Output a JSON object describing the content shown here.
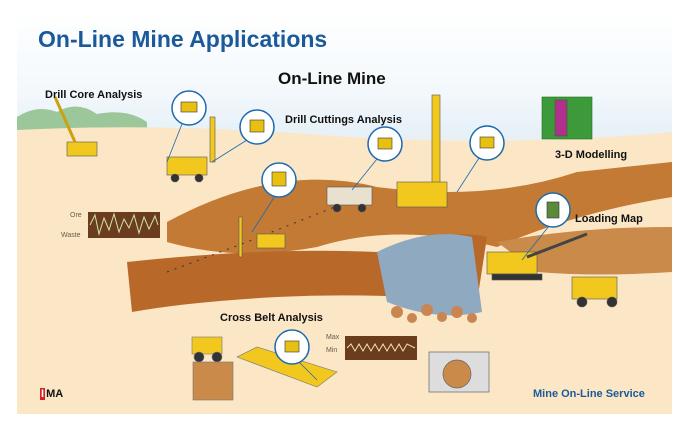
{
  "title": "On-Line Mine Applications",
  "subtitle": "On-Line Mine",
  "labels": {
    "drill_core": "Drill Core Analysis",
    "drill_cuttings": "Drill Cuttings Analysis",
    "modelling": "3-D Modelling",
    "loading_map": "Loading Map",
    "cross_belt": "Cross Belt Analysis"
  },
  "ore_chart": {
    "ore": "Ore",
    "waste": "Waste"
  },
  "belt_chart": {
    "max": "Max",
    "min": "Min"
  },
  "logo": {
    "mark": "I",
    "text": "MA"
  },
  "footer": "Mine On-Line Service",
  "colors": {
    "title": "#1b5a9a",
    "sand": "#fbebd2",
    "rock": "#b5651d",
    "machine": "#f2c81e"
  }
}
